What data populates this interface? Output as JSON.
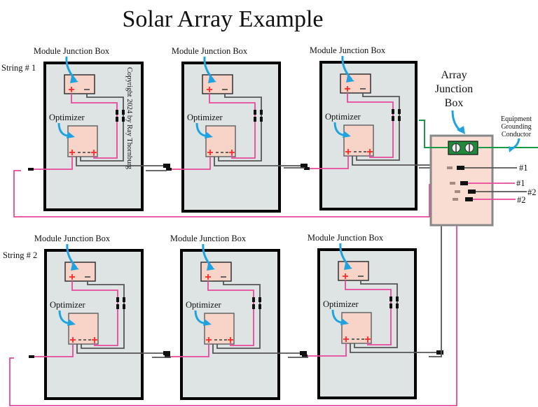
{
  "title": "Solar Array Example",
  "copyright": "Copyright 2024 by Ray Thornburg",
  "strings": [
    {
      "label": "String # 1",
      "modules": [
        {
          "junction_box_label": "Module Junction Box",
          "optimizer_label": "Optimizer"
        },
        {
          "junction_box_label": "Module Junction Box",
          "optimizer_label": "Optimizer"
        },
        {
          "junction_box_label": "Module Junction Box",
          "optimizer_label": "Optimizer"
        }
      ]
    },
    {
      "label": "String # 2",
      "modules": [
        {
          "junction_box_label": "Module Junction Box",
          "optimizer_label": "Optimizer"
        },
        {
          "junction_box_label": "Module Junction Box",
          "optimizer_label": "Optimizer"
        },
        {
          "junction_box_label": "Module Junction Box",
          "optimizer_label": "Optimizer"
        }
      ]
    }
  ],
  "array_junction_box": {
    "label_lines": [
      "Array",
      "Junction",
      "Box"
    ],
    "outputs": [
      "#1",
      "#1",
      "#2",
      "#2"
    ]
  },
  "egc": {
    "label_lines": [
      "Equipment",
      "Grounding",
      "Conductor"
    ]
  },
  "symbols": {
    "plus": "+",
    "minus": "—",
    "opt_terminals": "+ - - - +"
  },
  "colors": {
    "panel_fill": "#dde4e3",
    "box_fill": "#f8d4c8",
    "positive_wire": "#e8489c",
    "negative_wire": "#555555",
    "ground_wire": "#1a9a46",
    "terminal_block": "#1f8a3c",
    "arrow": "#1fa3e0"
  }
}
